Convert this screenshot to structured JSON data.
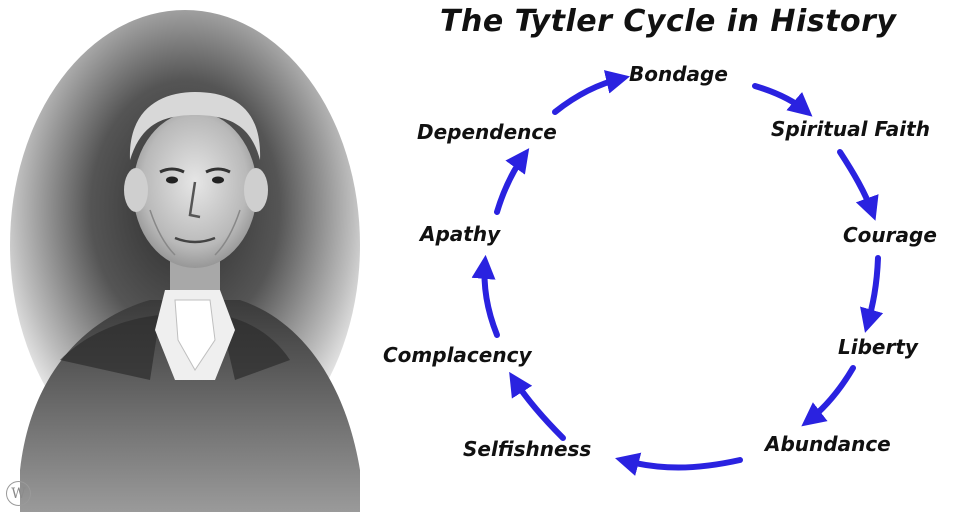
{
  "diagram": {
    "title": "The Tytler Cycle in History",
    "stages": [
      "Bondage",
      "Spiritual Faith",
      "Courage",
      "Liberty",
      "Abundance",
      "Selfishness",
      "Complacency",
      "Apathy",
      "Dependence"
    ],
    "arrow_color": "#2a22e0"
  },
  "portrait": {
    "watermark_letter": "W"
  }
}
